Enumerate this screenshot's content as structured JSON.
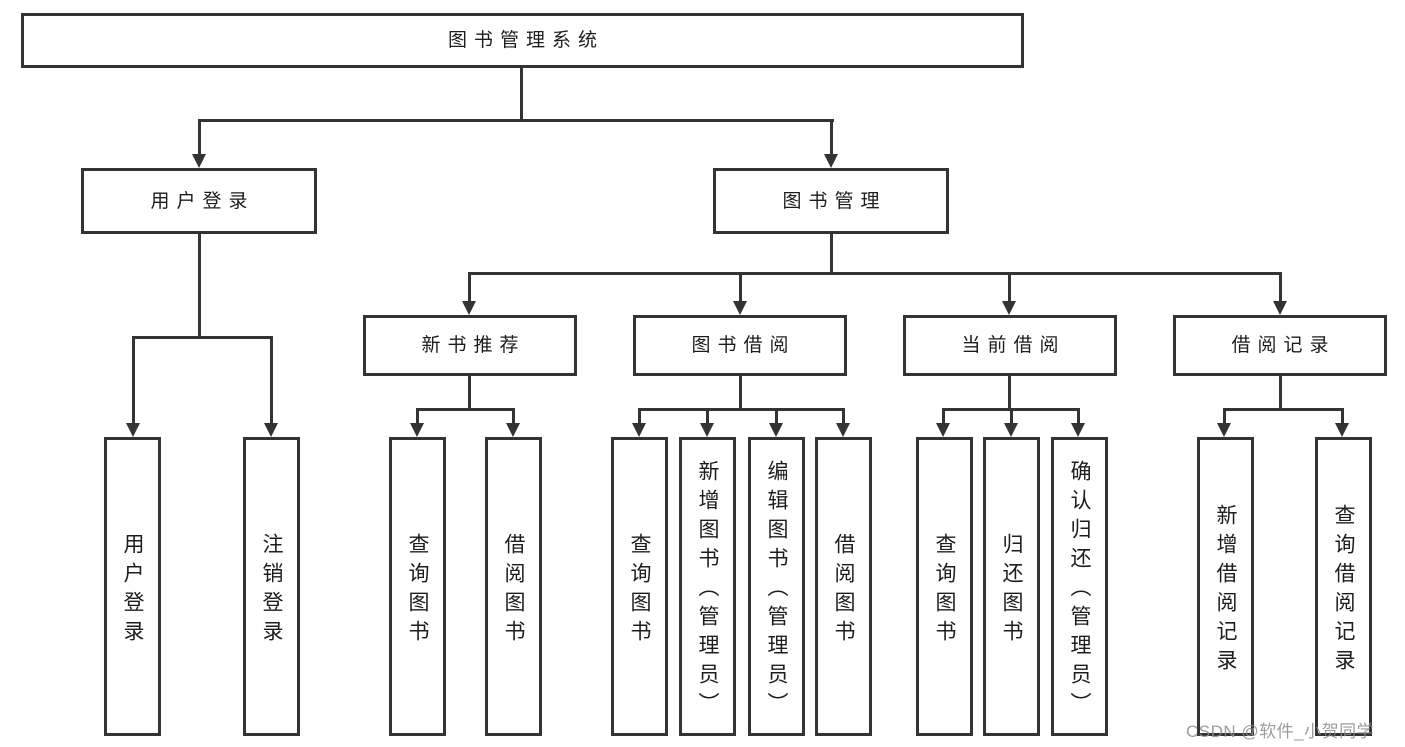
{
  "diagram": {
    "root_label": "图书管理系统",
    "level2": {
      "user_login": "用户登录",
      "book_mgmt": "图书管理"
    },
    "level3": {
      "new_book": "新书推荐",
      "borrow": "图书借阅",
      "current": "当前借阅",
      "records": "借阅记录"
    },
    "leaves": {
      "user_login": "用户登录",
      "logout": "注销登录",
      "nb_query": "查询图书",
      "nb_borrow": "借阅图书",
      "bb_query": "查询图书",
      "bb_add": "新增图书（管理员）",
      "bb_edit": "编辑图书（管理员）",
      "bb_borrow": "借阅图书",
      "cb_query": "查询图书",
      "cb_return": "归还图书",
      "cb_confirm": "确认归还（管理员）",
      "br_add": "新增借阅记录",
      "br_query": "查询借阅记录"
    }
  },
  "watermark": "CSDN @软件_小贺同学"
}
